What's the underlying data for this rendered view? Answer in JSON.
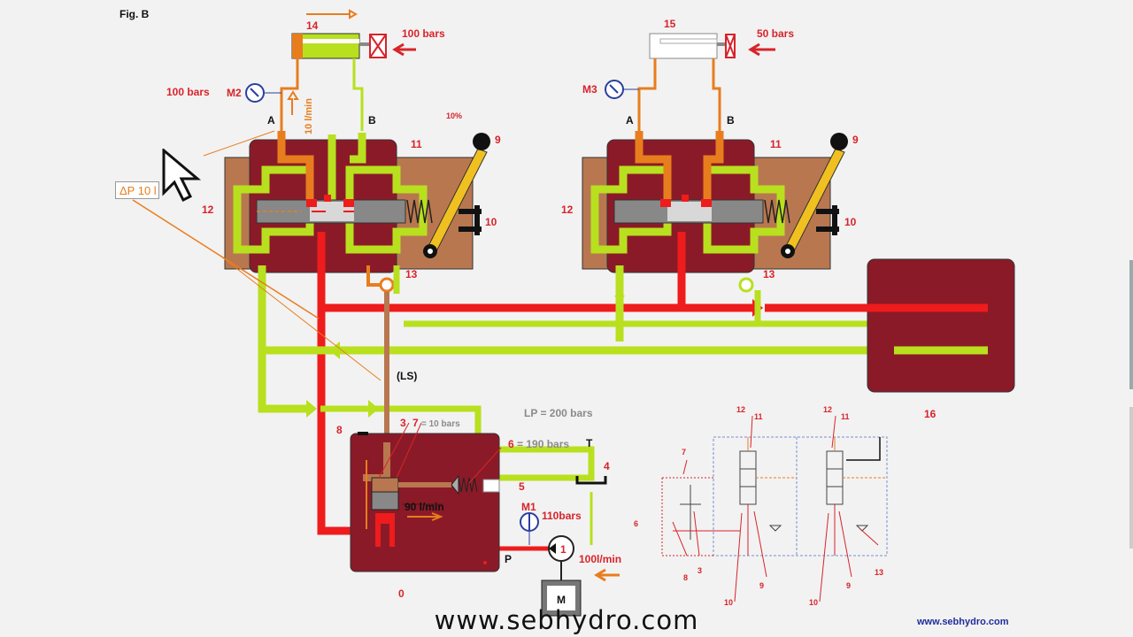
{
  "figure_title": "Fig. B",
  "labels": {
    "n14": "14",
    "n15": "15",
    "p100_top": "100 bars",
    "p50_top": "50 bars",
    "p100_left": "100 bars",
    "m2": "M2",
    "m3": "M3",
    "m1": "M1",
    "flow10": "10 l/min",
    "a1": "A",
    "b1": "B",
    "a2": "A",
    "b2": "B",
    "pct10": "10%",
    "n9a": "9",
    "n9b": "9",
    "n11a": "11",
    "n11b": "11",
    "n12a": "12",
    "n12b": "12",
    "n10a": "10",
    "n10b": "10",
    "n13a": "13",
    "n13b": "13",
    "dp": "ΔP 10 l",
    "ls": "(LS)",
    "lp": "LP = 200 bars",
    "n8": "8",
    "n3": "3",
    "n7": "7",
    "bars10": "= 10 bars",
    "n6": "6",
    "bars190": "= 190 bars",
    "t": "T",
    "n4": "4",
    "n5": "5",
    "flow90": "90 l/min",
    "p110": "110bars",
    "n1": "1",
    "p": "P",
    "flow100": "100l/min",
    "n0": "0",
    "m": "M",
    "n16": "16",
    "s12a": "12",
    "s11a": "11",
    "s12b": "12",
    "s11b": "11",
    "s7": "7",
    "s6": "6",
    "s8": "8",
    "s3": "3",
    "s10a": "10",
    "s9a": "9",
    "s10b": "10",
    "s9b": "9",
    "s13": "13"
  },
  "footer": {
    "site": "www.sebhydro.com",
    "site_small": "www.sebhydro.com"
  },
  "colors": {
    "body_red": "#8b1a28",
    "pressure": "#ee1c1c",
    "tank": "#b8e01e",
    "load_sense": "#e87d1e",
    "brown": "#b97750",
    "lever": "#f0c020"
  }
}
